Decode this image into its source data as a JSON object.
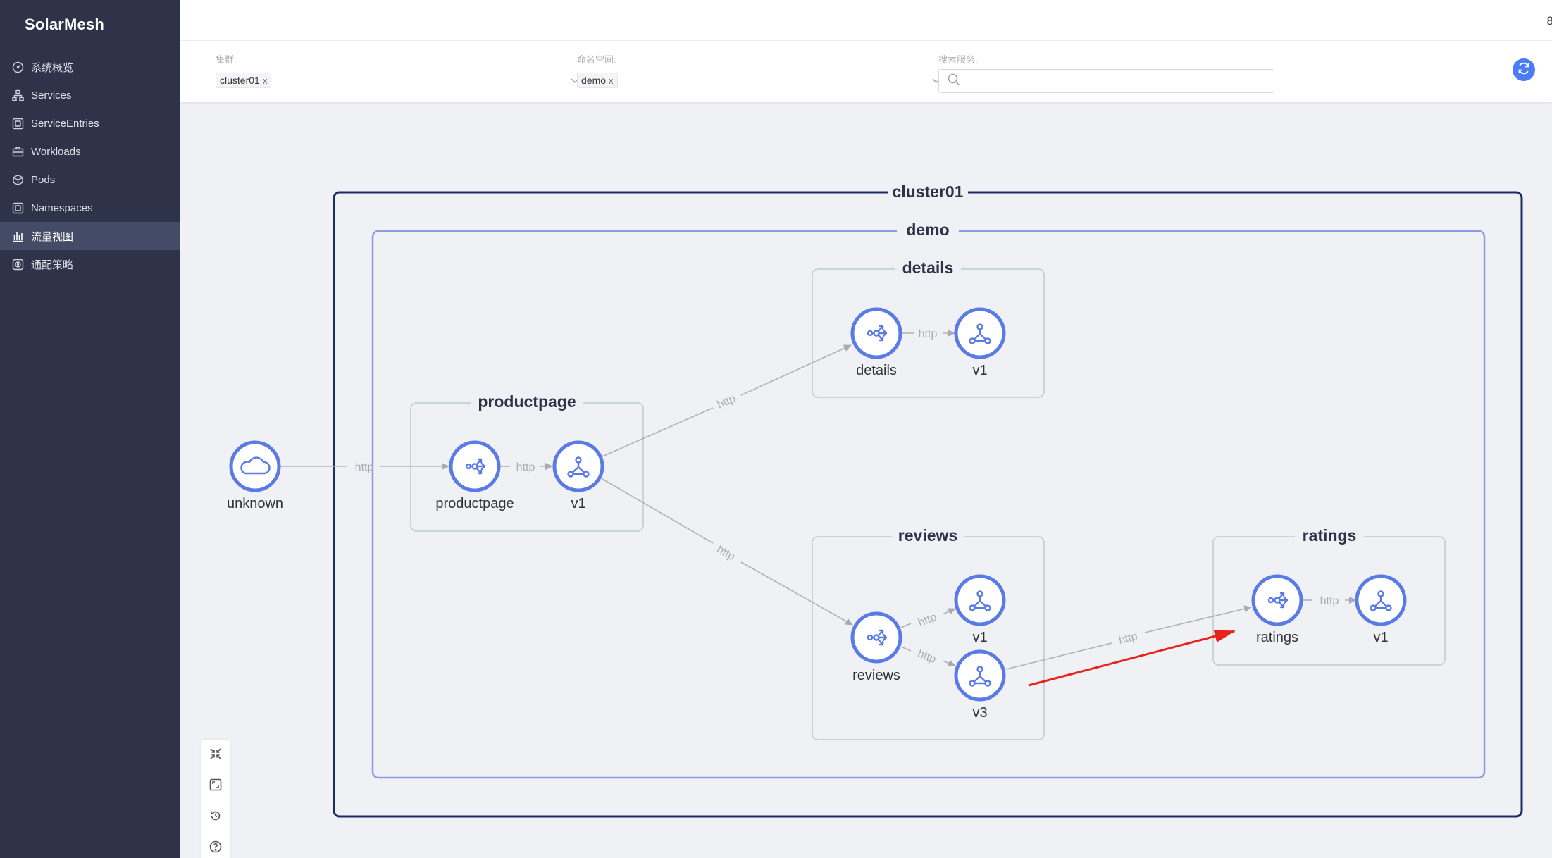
{
  "app": {
    "title": "SolarMesh",
    "header_badge": "8"
  },
  "sidebar": {
    "items": [
      {
        "label": "系统概览",
        "icon": "dashboard-icon",
        "active": false
      },
      {
        "label": "Services",
        "icon": "services-icon",
        "active": false
      },
      {
        "label": "ServiceEntries",
        "icon": "service-entries-icon",
        "active": false
      },
      {
        "label": "Workloads",
        "icon": "briefcase-icon",
        "active": false
      },
      {
        "label": "Pods",
        "icon": "cube-icon",
        "active": false
      },
      {
        "label": "Namespaces",
        "icon": "namespace-icon",
        "active": false
      },
      {
        "label": "流量视图",
        "icon": "bar-chart-icon",
        "active": true
      },
      {
        "label": "通配策略",
        "icon": "policy-icon",
        "active": false
      }
    ]
  },
  "filters": {
    "cluster": {
      "label": "集群:",
      "value": "cluster01",
      "remove": "x"
    },
    "namespace": {
      "label": "命名空间:",
      "value": "demo",
      "remove": "x"
    },
    "search": {
      "label": "搜索服务:",
      "placeholder": ""
    }
  },
  "graph": {
    "cluster_title": "cluster01",
    "namespace_title": "demo",
    "groups": {
      "details": "details",
      "productpage": "productpage",
      "reviews": "reviews",
      "ratings": "ratings"
    },
    "nodes": {
      "unknown": "unknown",
      "productpage_svc": "productpage",
      "productpage_v1": "v1",
      "details_svc": "details",
      "details_v1": "v1",
      "reviews_svc": "reviews",
      "reviews_v1": "v1",
      "reviews_v3": "v3",
      "ratings_svc": "ratings",
      "ratings_v1": "v1"
    },
    "edge_label": "http",
    "colors": {
      "node": "#5a7be6",
      "cluster_border": "#1f2a66",
      "namespace_border": "#8b9ce3",
      "group_border": "#c6d6d6",
      "annotation_arrow": "#e8231c"
    }
  },
  "toolbar": {
    "tools": [
      "collapse-icon",
      "fit-view-icon",
      "reset-icon",
      "help-icon"
    ]
  }
}
